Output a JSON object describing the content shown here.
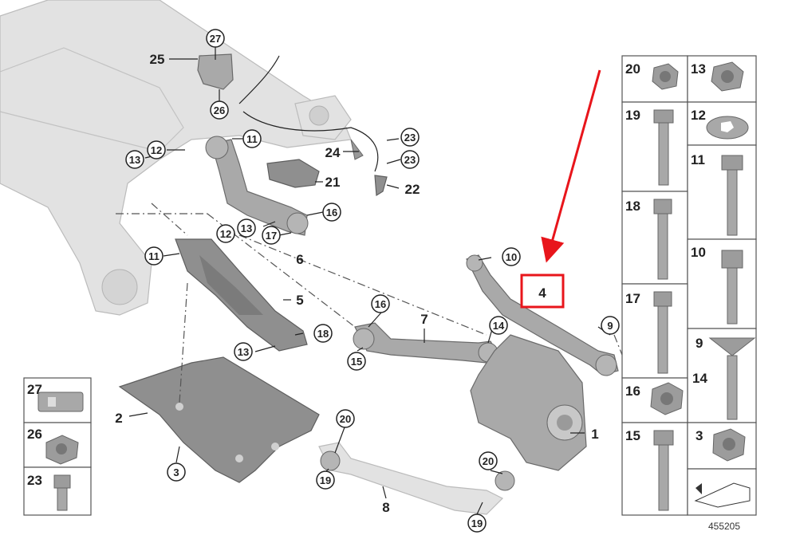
{
  "drawing_number": "455205",
  "highlight_color": "#e8151b",
  "highlighted_part": "4",
  "callouts": [
    "27",
    "25",
    "26",
    "11",
    "12",
    "13",
    "23",
    "24",
    "23",
    "22",
    "21",
    "16",
    "17",
    "13",
    "6",
    "11",
    "12",
    "5",
    "18",
    "13",
    "10",
    "4",
    "9",
    "16",
    "7",
    "14",
    "15",
    "1",
    "2",
    "3",
    "20",
    "19",
    "20",
    "19",
    "8"
  ],
  "right_legend": [
    {
      "num": "20",
      "icon": "flange-nut-icon"
    },
    {
      "num": "13",
      "icon": "lock-nut-icon"
    },
    {
      "num": "19",
      "icon": "flange-bolt-icon"
    },
    {
      "num": "12",
      "icon": "eccentric-washer-icon"
    },
    {
      "num": "11",
      "icon": "bolt-icon"
    },
    {
      "num": "18",
      "icon": "hex-bolt-icon"
    },
    {
      "num": "10",
      "icon": "hex-bolt-icon"
    },
    {
      "num": "17",
      "icon": "long-bolt-icon"
    },
    {
      "num": "9",
      "icon": "countersunk-bolt-icon"
    },
    {
      "num": "14",
      "icon": "countersunk-bolt-icon"
    },
    {
      "num": "16",
      "icon": "flange-nut-icon"
    },
    {
      "num": "15",
      "icon": "flange-bolt-icon"
    },
    {
      "num": "3",
      "icon": "hex-nut-icon"
    }
  ],
  "left_legend": [
    {
      "num": "27",
      "icon": "cable-clip-icon"
    },
    {
      "num": "26",
      "icon": "clip-nut-icon"
    },
    {
      "num": "23",
      "icon": "short-bolt-icon"
    }
  ]
}
